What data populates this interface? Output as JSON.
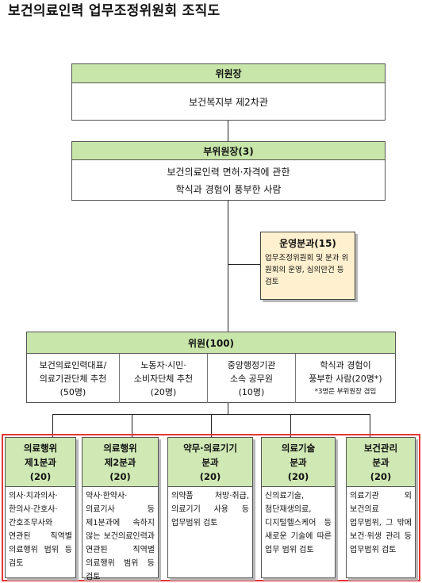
{
  "title": "보건의료인력 업무조정위원회 조직도",
  "chair": {
    "heading": "위원장",
    "body": "보건복지부 제2차관"
  },
  "vice_chair": {
    "heading": "부위원장(3)",
    "body_lines": [
      "보건의료인력 면허·자격에 관한",
      "학식과 경험이 풍부한 사람"
    ]
  },
  "operations": {
    "heading": "운영분과(15)",
    "description": "업무조정위원회 및 분과 위원회의 운영, 심의안건 등 검토"
  },
  "members": {
    "heading": "위원(100)",
    "groups": [
      {
        "lines": [
          "보건의료인력대표/",
          "의료기관단체 추천",
          "(50명)"
        ]
      },
      {
        "lines": [
          "노동자·시민·",
          "소비자단체 추천",
          "(20명)"
        ]
      },
      {
        "lines": [
          "중앙행정기관",
          "소속 공무원",
          "(10명)"
        ]
      },
      {
        "lines": [
          "학식과 경험이",
          "풍부한 사람(20명*)"
        ],
        "note": "*3명은 부위원장 겸임"
      }
    ]
  },
  "subcommittees": [
    {
      "name_lines": [
        "의료행위",
        "제1분과"
      ],
      "count": "(20)",
      "description": "의사·치과의사·한의사·간호사·간호조무사와 연관된 직역별 의료행위 범위 등 검토"
    },
    {
      "name_lines": [
        "의료행위",
        "제2분과"
      ],
      "count": "(20)",
      "description": "약사·한약사·의료기사 등 제1분과에 속하지 않는 보건의료인력과 연관된 직역별 의료행위 범위 등 검토"
    },
    {
      "name_lines": [
        "약무·의료기기",
        "분과"
      ],
      "count": "(20)",
      "description": "의약품 처방·취급, 의료기기 사용 등 업무범위 검토"
    },
    {
      "name_lines": [
        "의료기술",
        "분과"
      ],
      "count": "(20)",
      "description": "신의료기술, 첨단재생의료, 디지털헬스케어 등 새로운 기술에 따른 업무 범위 검토"
    },
    {
      "name_lines": [
        "보건관리",
        "분과"
      ],
      "count": "(20)",
      "description": "의료기관 외 보건의료 업무범위, 그 밖에 보건·위생 관리 등 업무범위 검토"
    }
  ]
}
